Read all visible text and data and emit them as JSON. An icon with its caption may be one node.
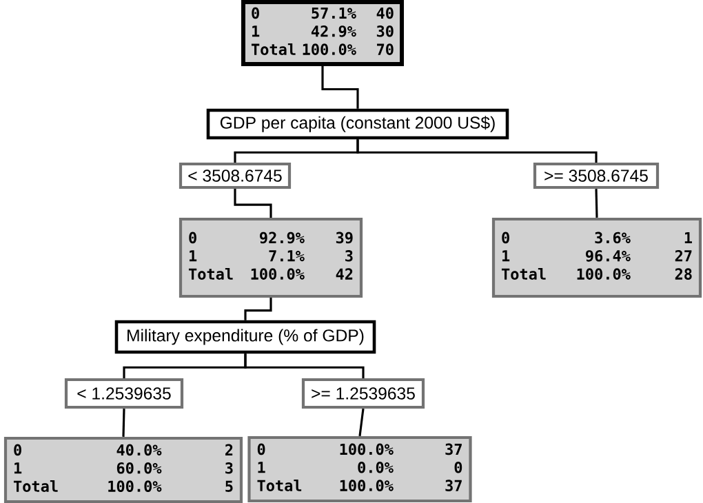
{
  "diagram": {
    "nodes": [
      {
        "text": [
          "0",
          "57.1%",
          "40",
          "1",
          "42.9%",
          "30",
          "Total",
          "100.0%",
          "70"
        ]
      },
      {
        "text": [
          "GDP per capita (constant 2000 US$)"
        ]
      },
      {
        "text": [
          "< 3508.6745"
        ]
      },
      {
        "text": [
          ">= 3508.6745"
        ]
      },
      {
        "text": [
          "0",
          "92.9%",
          "39",
          "1",
          "7.1%",
          "3",
          "Total",
          "100.0%",
          "42"
        ]
      },
      {
        "text": [
          "0",
          "3.6%",
          "1",
          "1",
          "96.4%",
          "27",
          "Total",
          "100.0%",
          "28"
        ]
      },
      {
        "text": [
          "Military expenditure (% of GDP)"
        ]
      },
      {
        "text": [
          "< 1.2539635"
        ]
      },
      {
        "text": [
          ">= 1.2539635"
        ]
      },
      {
        "text": [
          "0",
          "40.0%",
          "2",
          "1",
          "60.0%",
          "3",
          "Total",
          "100.0%",
          "5"
        ]
      },
      {
        "text": [
          "0",
          "100.0%",
          "37",
          "1",
          "0.0%",
          "0",
          "Total",
          "100.0%",
          "37"
        ]
      }
    ],
    "edges": [
      {
        "from": 0,
        "to": 1,
        "arrow": "none"
      },
      {
        "from": 1,
        "to": 2,
        "arrow": "none"
      },
      {
        "from": 1,
        "to": 3,
        "arrow": "none"
      },
      {
        "from": 2,
        "to": 4,
        "arrow": "none"
      },
      {
        "from": 3,
        "to": 5,
        "arrow": "none"
      },
      {
        "from": 4,
        "to": 6,
        "arrow": "none"
      },
      {
        "from": 6,
        "to": 7,
        "arrow": "none"
      },
      {
        "from": 6,
        "to": 8,
        "arrow": "none"
      },
      {
        "from": 7,
        "to": 9,
        "arrow": "none"
      },
      {
        "from": 8,
        "to": 10,
        "arrow": "none"
      }
    ]
  }
}
